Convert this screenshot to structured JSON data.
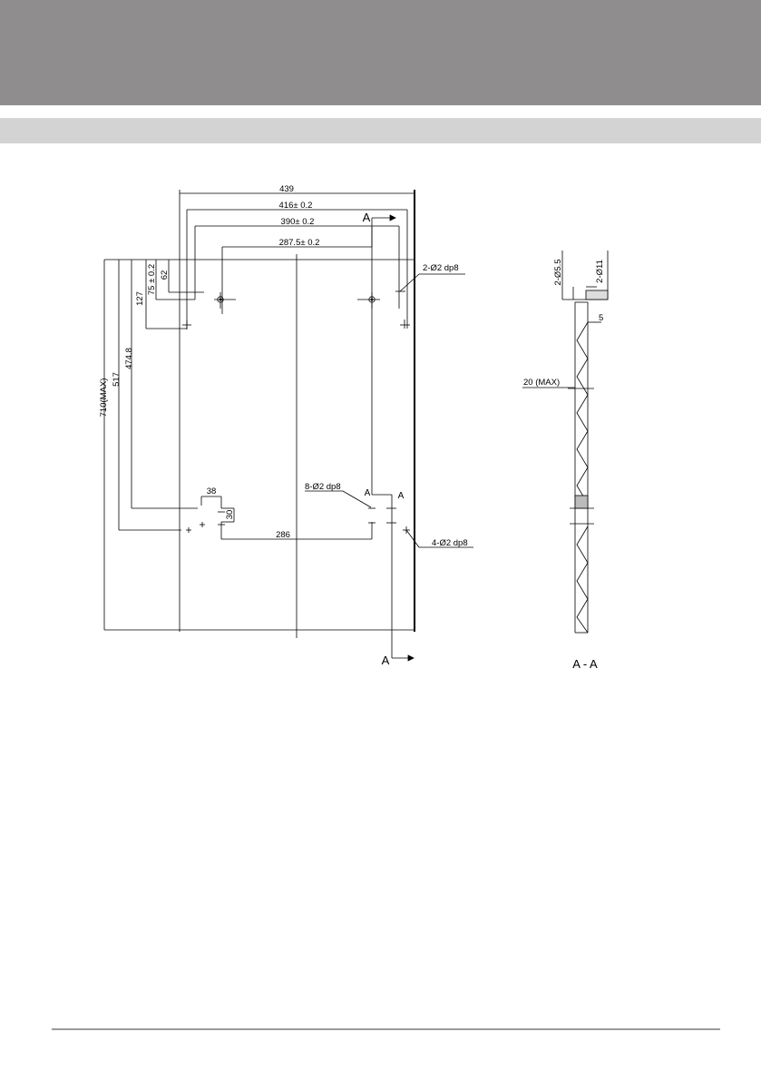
{
  "drawing": {
    "front_view": {
      "dim_width": "439",
      "dim_416": "416± 0.2",
      "dim_390": "390± 0.2",
      "dim_287": "287.5± 0.2",
      "dim_710": "710(MAX)",
      "dim_517": "517",
      "dim_474": "474.8",
      "dim_127": "127",
      "dim_75": "75 ± 0.2",
      "dim_62": "62",
      "dim_38": "38",
      "dim_30": "30",
      "dim_286": "286",
      "hole_2_phi2": "2-Ø2 dp8",
      "hole_8_phi2": "8-Ø2 dp8",
      "hole_4_phi2": "4-Ø2 dp8",
      "section_marker": "A"
    },
    "section_view": {
      "title": "A - A",
      "dim_phi5": "2-Ø5.5",
      "dim_phi11": "2-Ø11",
      "dim_5": "5",
      "dim_20": "20 (MAX)"
    }
  },
  "colors": {
    "header": "#8f8d8e",
    "subheader": "#d3d3d3",
    "footer_rule": "#9a9a9a"
  }
}
